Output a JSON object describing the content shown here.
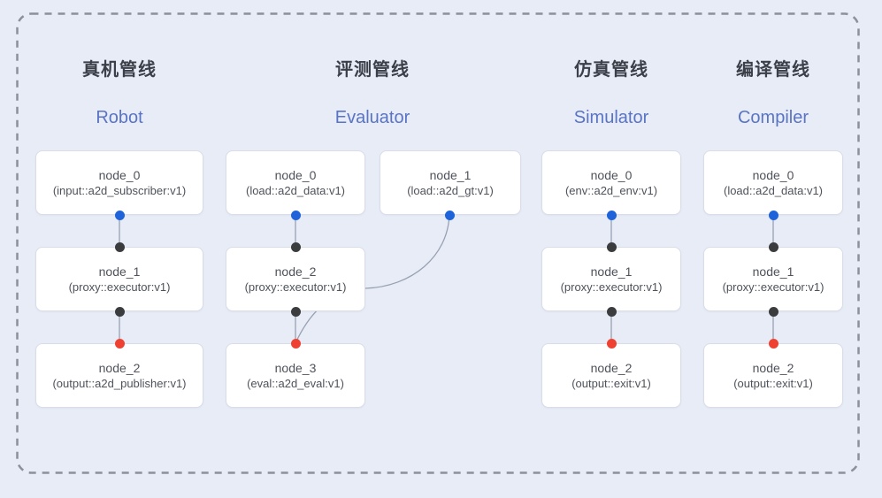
{
  "colors": {
    "background": "#e8ecf7",
    "frame_dashed": "#8b919c",
    "node_background": "#ffffff",
    "node_border": "#d9dde7",
    "node_text": "#4e525a",
    "title_zh": "#3a3f48",
    "title_en": "#5974c4",
    "edge": "#98a1b3",
    "port_output_blue": "#1e63d9",
    "port_proxy_dark": "#3b3c3e",
    "port_input_red": "#ee4132"
  },
  "pipelines": [
    {
      "title_zh": "真机管线",
      "title_en": "Robot",
      "nodes": [
        {
          "name": "node_0",
          "impl": "(input::a2d_subscriber:v1)",
          "port_bottom": "blue"
        },
        {
          "name": "node_1",
          "impl": "(proxy::executor:v1)",
          "port_top": "dark",
          "port_bottom": "dark"
        },
        {
          "name": "node_2",
          "impl": "(output::a2d_publisher:v1)",
          "port_top": "red"
        }
      ]
    },
    {
      "title_zh": "评测管线",
      "title_en": "Evaluator",
      "nodes": [
        {
          "name": "node_0",
          "impl": "(load::a2d_data:v1)",
          "port_bottom": "blue"
        },
        {
          "name": "node_1",
          "impl": "(load::a2d_gt:v1)",
          "port_bottom": "blue"
        },
        {
          "name": "node_2",
          "impl": "(proxy::executor:v1)",
          "port_top": "dark",
          "port_bottom": "dark"
        },
        {
          "name": "node_3",
          "impl": "(eval::a2d_eval:v1)",
          "port_top": "red"
        }
      ]
    },
    {
      "title_zh": "仿真管线",
      "title_en": "Simulator",
      "nodes": [
        {
          "name": "node_0",
          "impl": "(env::a2d_env:v1)",
          "port_bottom": "blue"
        },
        {
          "name": "node_1",
          "impl": "(proxy::executor:v1)",
          "port_top": "dark",
          "port_bottom": "dark"
        },
        {
          "name": "node_2",
          "impl": "(output::exit:v1)",
          "port_top": "red"
        }
      ]
    },
    {
      "title_zh": "编译管线",
      "title_en": "Compiler",
      "nodes": [
        {
          "name": "node_0",
          "impl": "(load::a2d_data:v1)",
          "port_bottom": "blue"
        },
        {
          "name": "node_1",
          "impl": "(proxy::executor:v1)",
          "port_top": "dark",
          "port_bottom": "dark"
        },
        {
          "name": "node_2",
          "impl": "(output::exit:v1)",
          "port_top": "red"
        }
      ]
    }
  ],
  "edges": [
    {
      "from": "robot.node_0",
      "to": "robot.node_1",
      "shape": "straight"
    },
    {
      "from": "robot.node_1",
      "to": "robot.node_2",
      "shape": "straight"
    },
    {
      "from": "evaluator.node_0",
      "to": "evaluator.node_2",
      "shape": "straight"
    },
    {
      "from": "evaluator.node_2",
      "to": "evaluator.node_3",
      "shape": "straight"
    },
    {
      "from": "evaluator.node_1",
      "to": "evaluator.node_3",
      "shape": "curve"
    },
    {
      "from": "simulator.node_0",
      "to": "simulator.node_1",
      "shape": "straight"
    },
    {
      "from": "simulator.node_1",
      "to": "simulator.node_2",
      "shape": "straight"
    },
    {
      "from": "compiler.node_0",
      "to": "compiler.node_1",
      "shape": "straight"
    },
    {
      "from": "compiler.node_1",
      "to": "compiler.node_2",
      "shape": "straight"
    }
  ]
}
